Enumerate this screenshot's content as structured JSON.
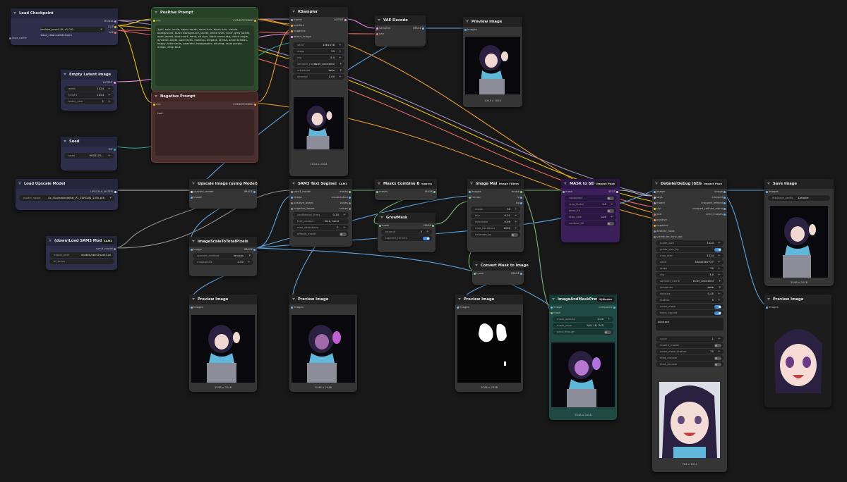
{
  "colors": {
    "model": "#b39ddb",
    "clip": "#ffd500",
    "vae": "#ff6e6e",
    "latent": "#ff9cf9",
    "conditioning": "#ffa931",
    "image": "#64b5f6",
    "mask": "#81c784",
    "int": "#29b6a1",
    "segs": "#cfcfcf",
    "sam": "#9b9b9b",
    "upscale": "#e0e0e0"
  },
  "load_checkpoint": {
    "title": "Load Checkpoint",
    "outputs": [
      "MODEL",
      "CLIP",
      "VAE"
    ],
    "ckpt_label": "ckpt_name",
    "ckpt_value": "mellow_pencil-XL-v1.0.0-base_clean.safetensors"
  },
  "empty_latent": {
    "title": "Empty Latent Image",
    "output": "LATENT",
    "width_label": "width",
    "width": "1024",
    "height_label": "height",
    "height": "1024",
    "batch_label": "batch_size",
    "batch": "1"
  },
  "seed": {
    "title": "Seed",
    "output": "INT",
    "label": "seed",
    "value": "9938170..."
  },
  "load_upscale": {
    "title": "Load Upscale Model",
    "output": "UPSCALE_MODEL",
    "label": "model_name",
    "value": "4x_IllustrationJaNai_V1_ESRGAN_135k.pth"
  },
  "download_sam": {
    "title": "(down)Load SAM3 Model",
    "badge": "SAM3",
    "output": "sam3_model",
    "path_label": "model_path",
    "path": "models/sam3/sam3.pt",
    "hf_label": "hf_token"
  },
  "positive": {
    "title": "Positive Prompt",
    "input": "clip",
    "output": "CONDITIONING",
    "text": "1girl, solo, smile, open mouth, short hair, black hair, simple background, black background, jacket, white shirt, scarf, grey jacket, open jacket, blue scarf, hand, sit sign, black name tag, dutch angle, dynamic angle, open eyes, makeup, elegant, stylish, small breasts, happy, little smile, peaceful, holographic, alluring, royal purple, indigo, deep blue"
  },
  "negative": {
    "title": "Negative Prompt",
    "input": "clip",
    "output": "CONDITIONING",
    "text": "text"
  },
  "ksampler": {
    "title": "KSampler",
    "inputs": [
      "model",
      "positive",
      "negative",
      "latent_image"
    ],
    "output": "LATENT",
    "widgets": [
      {
        "label": "seed",
        "value": "1061078"
      },
      {
        "label": "steps",
        "value": "20"
      },
      {
        "label": "cfg",
        "value": "5.0"
      },
      {
        "label": "sampler_name",
        "value": "euler_ancestral"
      },
      {
        "label": "scheduler",
        "value": "beta"
      },
      {
        "label": "denoise",
        "value": "1.00"
      }
    ],
    "caption": "1024 x 1024"
  },
  "vae_decode": {
    "title": "VAE Decode",
    "inputs": [
      "samples",
      "vae"
    ],
    "output": "IMAGE"
  },
  "preview1": {
    "title": "Preview Image",
    "input": "images",
    "caption": "1024 x 1024"
  },
  "upscale_image": {
    "title": "Upscale Image (using Model)",
    "inputs": [
      "upscale_model",
      "image"
    ],
    "output": "IMAGE"
  },
  "scale_pixels": {
    "title": "ImageScaleToTotalPixels",
    "input": "image",
    "output": "IMAGE",
    "method_label": "upscale_method",
    "method": "lanczos",
    "mp_label": "megapixels",
    "mp": "4.00"
  },
  "sam3": {
    "title": "SAM3 Text Segmentation",
    "badge": "SAM3",
    "inputs": [
      "sam3_model",
      "image",
      "positive_boxes",
      "negative_boxes"
    ],
    "outputs": [
      "masks",
      "visualization",
      "boxes",
      "scores"
    ],
    "widgets": [
      {
        "label": "confidence_thres",
        "value": "0.20"
      },
      {
        "label": "text_prompt",
        "value": "face, hand"
      },
      {
        "label": "max_detections",
        "value": "-1"
      }
    ],
    "offload_label": "offload_model"
  },
  "masks_combine": {
    "title": "Masks Combine Batch",
    "badge": "was-ns",
    "input": "masks",
    "output": "MASK"
  },
  "grow_mask": {
    "title": "GrowMask",
    "input": "mask",
    "output": "MASK",
    "expand_label": "expand",
    "expand": "4",
    "tapered_label": "tapered_corners"
  },
  "matting": {
    "title": "Image Matting",
    "badge": "Image Filters",
    "inputs": [
      "images",
      "trimap"
    ],
    "outputs": [
      "matte",
      "fg",
      "bg"
    ],
    "widgets": [
      {
        "label": "erode",
        "value": "30"
      },
      {
        "label": "blur",
        "value": "0.01"
      },
      {
        "label": "threshold",
        "value": "0.99"
      },
      {
        "label": "max_iterations",
        "value": "1000"
      }
    ],
    "estimate_label": "estimate_fg"
  },
  "convert_mask": {
    "title": "Convert Mask to Image",
    "input": "mask",
    "output": "IMAGE"
  },
  "mask_segs": {
    "title": "MASK to SEGS",
    "badge": "Impact Pack",
    "input": "mask",
    "output": "SEGS",
    "rows": [
      {
        "label": "combined",
        "kind": "toggle"
      },
      {
        "label": "crop_factor",
        "value": "1.2"
      },
      {
        "label": "bbox_fill",
        "kind": "toggle"
      },
      {
        "label": "drop_size",
        "value": "100"
      },
      {
        "label": "contour_fill",
        "kind": "toggle"
      }
    ]
  },
  "detailer": {
    "title": "DetailerDebug (SEGS)",
    "badge": "Impact Pack",
    "inputs": [
      "image",
      "segs",
      "model",
      "clip",
      "vae",
      "positive",
      "negative",
      "detailer_hook",
      "scheduler_func_opt"
    ],
    "outputs": [
      "image",
      "cropped",
      "cropped_refined",
      "cropped_refined_alpha",
      "cnet_images"
    ],
    "widgets": [
      {
        "label": "guide_size",
        "value": "1024"
      },
      {
        "label": "guide_size_for",
        "kind": "toggle_on"
      },
      {
        "label": "max_size",
        "value": "1024"
      },
      {
        "label": "seed",
        "value": "55845367737"
      },
      {
        "label": "steps",
        "value": "20"
      },
      {
        "label": "cfg",
        "value": "3.0"
      },
      {
        "label": "sampler_name",
        "value": "euler_ancestral"
      },
      {
        "label": "scheduler",
        "value": "beta"
      },
      {
        "label": "denoise",
        "value": "0.45"
      },
      {
        "label": "feather",
        "value": "5"
      },
      {
        "label": "noise_mask",
        "kind": "toggle_on"
      },
      {
        "label": "force_inpaint",
        "kind": "toggle_on"
      }
    ],
    "wildcard_label": "wildcard",
    "widgets2": [
      {
        "label": "cycle",
        "value": "1"
      },
      {
        "label": "inpaint_model",
        "kind": "toggle"
      },
      {
        "label": "noise_mask_feather",
        "value": "20"
      },
      {
        "label": "tiled_encode",
        "kind": "toggle"
      },
      {
        "label": "tiled_decode",
        "kind": "toggle"
      }
    ],
    "caption": "784 x 1024"
  },
  "save_image": {
    "title": "Save Image",
    "input": "images",
    "prefix_label": "filename_prefix",
    "prefix": "Detailer",
    "caption": "2048 x 2048"
  },
  "preview_up": {
    "title": "Preview Image",
    "input": "images",
    "caption": "2048 x 2048"
  },
  "preview_vis": {
    "title": "Preview Image",
    "input": "images",
    "caption": "2048 x 2048"
  },
  "preview_mask": {
    "title": "Preview Image",
    "input": "images",
    "caption": "2048 x 2048"
  },
  "preview_crop": {
    "title": "Preview Image",
    "input": "images"
  },
  "img_mask_preview": {
    "title": "ImageAndMaskPreview",
    "badge": "KJNodes",
    "inputs": [
      "image",
      "mask"
    ],
    "output": "composite",
    "opacity_label": "mask_opacity",
    "opacity": "0.40",
    "color_label": "mask_color",
    "color": "160, 16, 240",
    "pass_label": "pass_through",
    "caption": "2048 x 2048"
  }
}
